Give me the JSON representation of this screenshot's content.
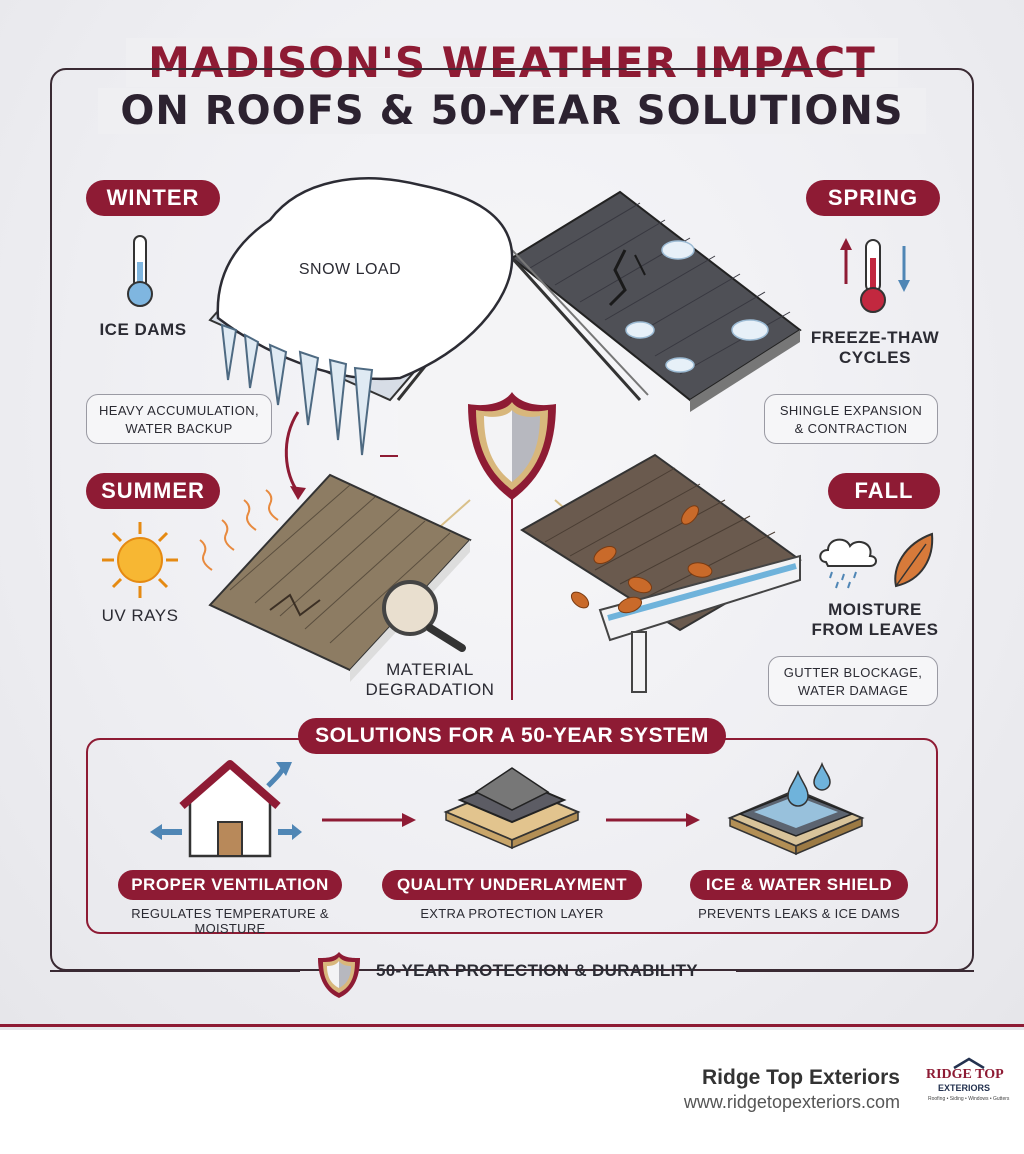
{
  "title": {
    "line1": "MADISON'S WEATHER IMPACT",
    "line2": "ON ROOFS & 50-YEAR SOLUTIONS"
  },
  "seasons": {
    "winter": {
      "name": "WINTER",
      "roof_label": "SNOW LOAD",
      "icon_label": "ICE DAMS",
      "bubble": [
        "HEAVY ACCUMULATION,",
        "WATER BACKUP"
      ],
      "icon": "thermometer-cold-icon"
    },
    "spring": {
      "name": "SPRING",
      "icon_label": [
        "FREEZE-THAW",
        "CYCLES"
      ],
      "bubble": [
        "SHINGLE EXPANSION",
        "& CONTRACTION"
      ],
      "icon": "thermometer-updown-icon"
    },
    "summer": {
      "name": "SUMMER",
      "icon_label": "UV RAYS",
      "roof_label": [
        "MATERIAL",
        "DEGRADATION"
      ],
      "icon": "sun-icon"
    },
    "fall": {
      "name": "FALL",
      "icon_label": [
        "MOISTURE",
        "FROM LEAVES"
      ],
      "bubble": [
        "GUTTER BLOCKAGE,",
        "WATER DAMAGE"
      ],
      "icon": "rain-cloud-leaf-icon"
    }
  },
  "solutions": {
    "header": "SOLUTIONS FOR A 50-YEAR SYSTEM",
    "items": [
      {
        "title": "PROPER VENTILATION",
        "desc": "REGULATES TEMPERATURE & MOISTURE",
        "icon": "house-ventilation-icon"
      },
      {
        "title": "QUALITY UNDERLAYMENT",
        "desc": "EXTRA PROTECTION LAYER",
        "icon": "underlayment-layers-icon"
      },
      {
        "title": "ICE & WATER SHIELD",
        "desc": "PREVENTS LEAKS & ICE DAMS",
        "icon": "water-shield-icon"
      }
    ]
  },
  "footer": {
    "text": "50-YEAR PROTECTION & DURABILITY",
    "icon": "shield-icon"
  },
  "brand": {
    "name": "Ridge Top Exteriors",
    "url": "www.ridgetopexteriors.com",
    "logo_line1": "RIDGE TOP",
    "logo_line2": "EXTERIORS",
    "logo_line3": "Roofing • Siding • Windows • Gutters"
  },
  "colors": {
    "accent": "#8e1b34",
    "dark": "#2c2230",
    "background": "#efeff2"
  }
}
